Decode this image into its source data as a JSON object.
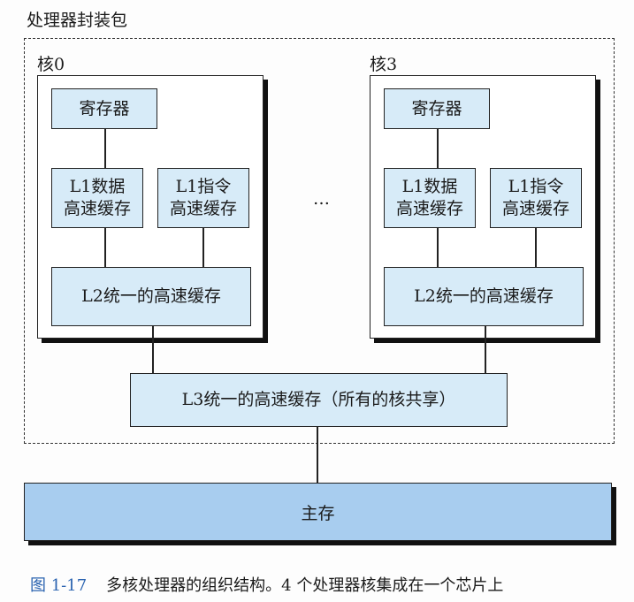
{
  "package_label": "处理器封装包",
  "cores": [
    {
      "label": "核0",
      "registers": "寄存器",
      "l1_data": [
        "L1数据",
        "高速缓存"
      ],
      "l1_instr": [
        "L1指令",
        "高速缓存"
      ],
      "l2": "L2统一的高速缓存"
    },
    {
      "label": "核3",
      "registers": "寄存器",
      "l1_data": [
        "L1数据",
        "高速缓存"
      ],
      "l1_instr": [
        "L1指令",
        "高速缓存"
      ],
      "l2": "L2统一的高速缓存"
    }
  ],
  "ellipsis": "…",
  "l3": "L3统一的高速缓存（所有的核共享）",
  "main_memory": "主存",
  "caption": {
    "figure_number": "图 1-17",
    "text": "多核处理器的组织结构。4 个处理器核集成在一个芯片上"
  },
  "colors": {
    "cache_fill": "#d7ebf8",
    "memory_fill": "#a8cdef",
    "figure_number": "#2a63b0"
  }
}
